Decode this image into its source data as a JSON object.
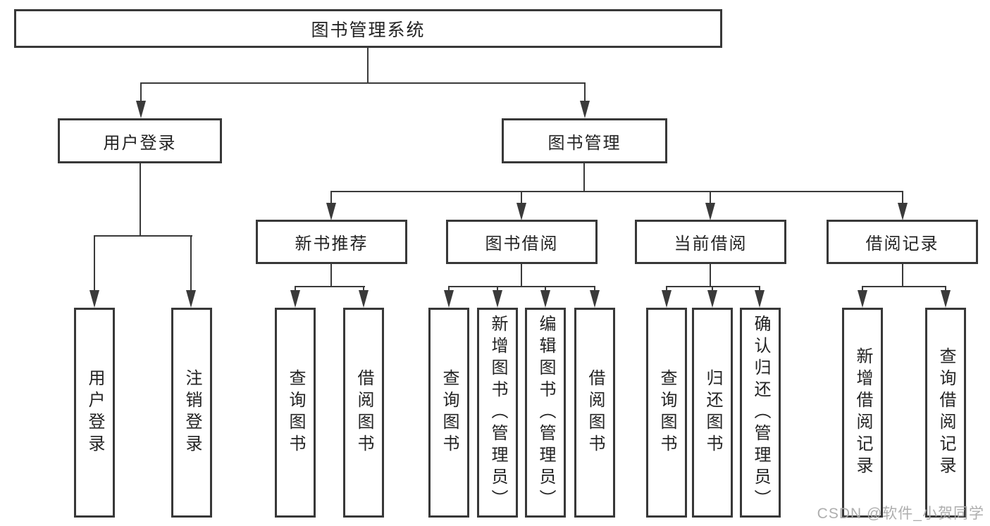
{
  "page": {
    "watermark": "CSDN @软件_小贺同学",
    "colors": {
      "line": "#3a3a3a",
      "box_border": "#383838",
      "text": "#232323",
      "background": "#ffffff",
      "watermark_text": "#aaaaaa"
    }
  },
  "tree": {
    "root": "图书管理系统",
    "children": [
      {
        "label": "用户登录",
        "children": [
          "用户登录",
          "注销登录"
        ]
      },
      {
        "label": "图书管理",
        "children": [
          {
            "label": "新书推荐",
            "children": [
              "查询图书",
              "借阅图书"
            ]
          },
          {
            "label": "图书借阅",
            "children": [
              "查询图书",
              "新增图书（管理员）",
              "编辑图书（管理员）",
              "借阅图书"
            ]
          },
          {
            "label": "当前借阅",
            "children": [
              "查询图书",
              "归还图书",
              "确认归还（管理员）"
            ]
          },
          {
            "label": "借阅记录",
            "children": [
              "新增借阅记录",
              "查询借阅记录"
            ]
          }
        ]
      }
    ]
  }
}
